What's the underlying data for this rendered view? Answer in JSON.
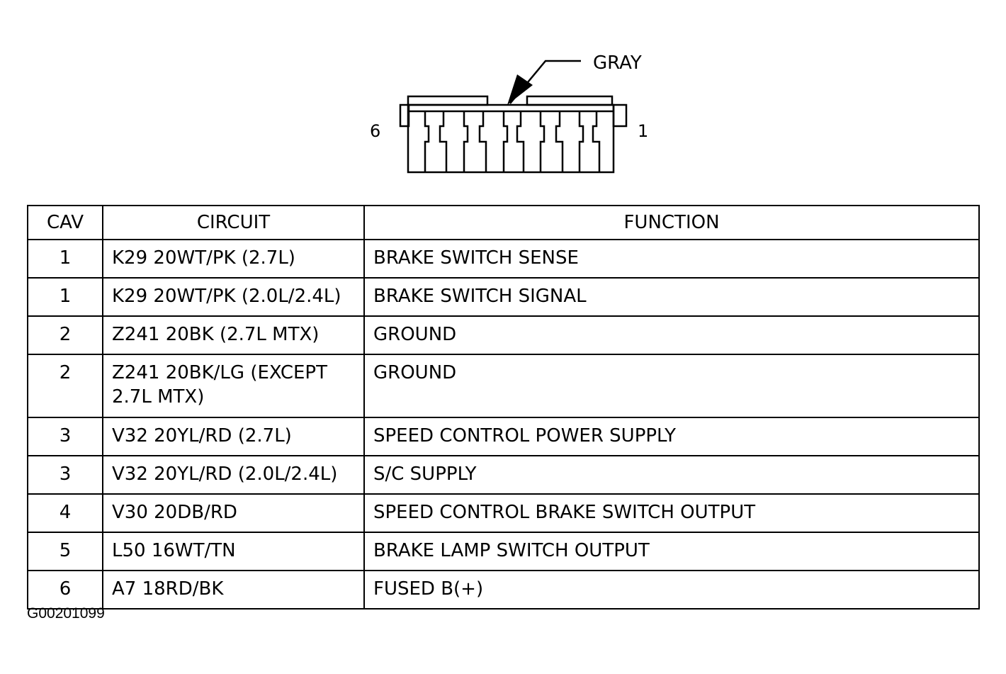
{
  "connector": {
    "color_label": "GRAY",
    "pin_left": "6",
    "pin_right": "1"
  },
  "table": {
    "headers": [
      "CAV",
      "CIRCUIT",
      "FUNCTION"
    ],
    "rows": [
      {
        "cav": "1",
        "circuit": "K29 20WT/PK (2.7L)",
        "function": "BRAKE SWITCH SENSE"
      },
      {
        "cav": "1",
        "circuit": "K29 20WT/PK (2.0L/2.4L)",
        "function": "BRAKE SWITCH SIGNAL"
      },
      {
        "cav": "2",
        "circuit": "Z241 20BK (2.7L MTX)",
        "function": "GROUND"
      },
      {
        "cav": "2",
        "circuit": "Z241 20BK/LG (EXCEPT 2.7L MTX)",
        "function": "GROUND"
      },
      {
        "cav": "3",
        "circuit": "V32 20YL/RD (2.7L)",
        "function": "SPEED CONTROL POWER SUPPLY"
      },
      {
        "cav": "3",
        "circuit": "V32 20YL/RD (2.0L/2.4L)",
        "function": "S/C SUPPLY"
      },
      {
        "cav": "4",
        "circuit": "V30 20DB/RD",
        "function": "SPEED CONTROL BRAKE SWITCH OUTPUT"
      },
      {
        "cav": "5",
        "circuit": "L50 16WT/TN",
        "function": "BRAKE LAMP SWITCH OUTPUT"
      },
      {
        "cav": "6",
        "circuit": "A7 18RD/BK",
        "function": "FUSED B(+)"
      }
    ]
  },
  "figure_id": "G00201099"
}
